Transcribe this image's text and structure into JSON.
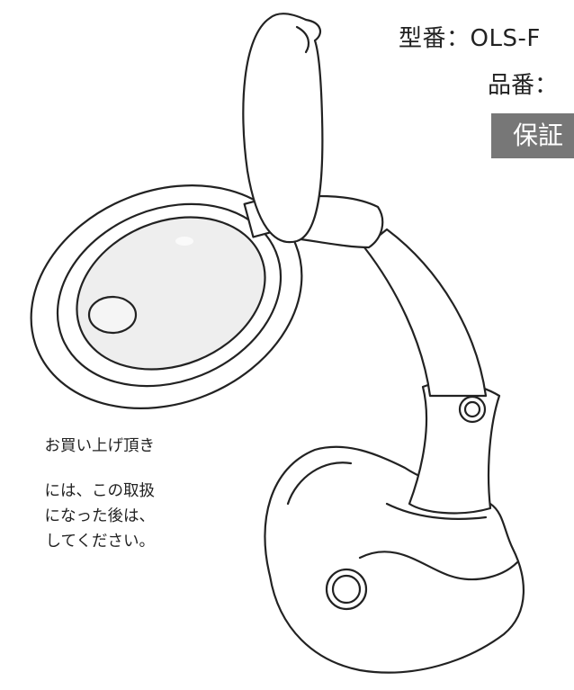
{
  "header": {
    "model_line": "型番：OLS-F",
    "part_line": "品番：",
    "badge": "保証"
  },
  "intro": {
    "line1": "お買い上げ頂き",
    "line2": "には、この取扱",
    "line3": "になった後は、",
    "line4": "してください。"
  }
}
